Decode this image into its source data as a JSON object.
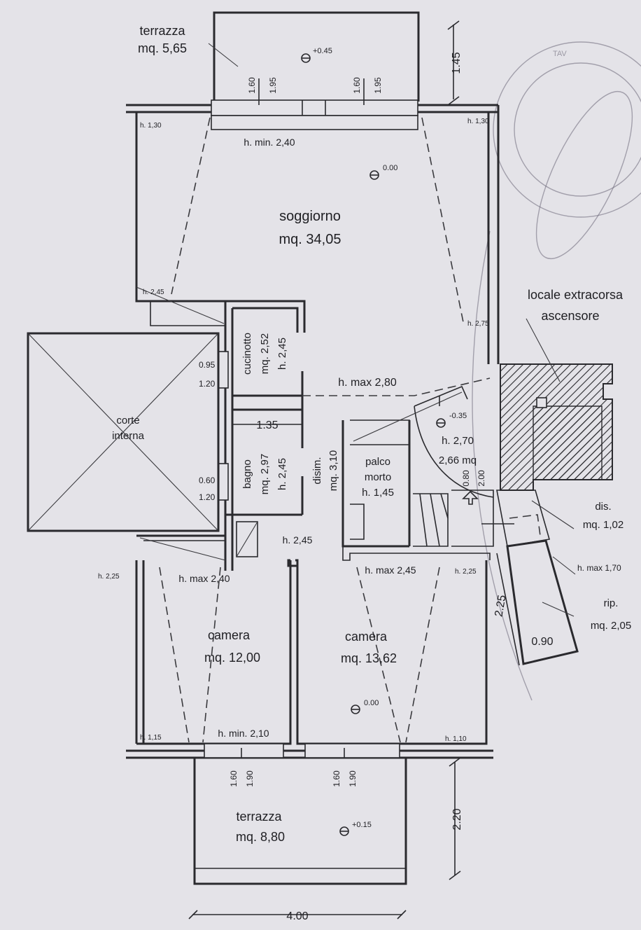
{
  "rooms": {
    "terrazza_top": {
      "name": "terrazza",
      "area": "mq. 5,65",
      "level": "+0.45"
    },
    "soggiorno": {
      "name": "soggiorno",
      "area": "mq. 34,05",
      "level": "0.00",
      "h_min": "h. min. 2,40",
      "h_tl": "h. 1,30",
      "h_tr": "h. 1,30",
      "h_bl": "h. 2,45",
      "h_br": "h. 2,75"
    },
    "cucinotto": {
      "name": "cucinotto",
      "area": "mq. 2,52",
      "height": "h. 2,45"
    },
    "bagno": {
      "name": "bagno",
      "area": "mq. 2,97",
      "height": "h. 2,45"
    },
    "corte": {
      "line1": "corte",
      "line2": "interna"
    },
    "disimpegno": {
      "name": "disim.",
      "area": "mq. 3,10",
      "height": "h. 2,45"
    },
    "palco": {
      "line1": "palco",
      "line2": "morto",
      "height": "h. 1,45"
    },
    "vano": {
      "level": "-0.35",
      "height": "h. 2,70",
      "area": "2,66 mq"
    },
    "locale": {
      "line1": "locale extracorsa",
      "line2": "ascensore"
    },
    "dis_small": {
      "name": "dis.",
      "area": "mq. 1,02"
    },
    "rip": {
      "name": "rip.",
      "area": "mq. 2,05",
      "h_max": "h. max 1,70"
    },
    "camera_left": {
      "name": "camera",
      "area": "mq. 12,00",
      "h_max": "h. max 2,40",
      "h_tl": "h. 2,25",
      "h_bl": "h. 1,15",
      "h_min": "h. min. 2,10"
    },
    "camera_right": {
      "name": "camera",
      "area": "mq. 13,62",
      "level": "0.00",
      "h_max": "h. max 2,45",
      "h_tr": "h. 2,25",
      "h_br": "h. 1,10"
    },
    "terrazza_bottom": {
      "name": "terrazza",
      "area": "mq. 8,80",
      "level": "+0.15"
    }
  },
  "labels": {
    "h_max_280": "h. max 2,80"
  },
  "dimensions": {
    "top_terrace_depth": "1.45",
    "bottom_terrace_depth": "2.20",
    "bottom_width": "4.00",
    "bathroom_width": "1.35",
    "rip_length": "2.25",
    "rip_width": "0.90",
    "win_top_a1": "1.60",
    "win_top_a2": "1.95",
    "win_top_b1": "1.60",
    "win_top_b2": "1.95",
    "win_bot_a1": "1.60",
    "win_bot_a2": "1.90",
    "win_bot_b1": "1.60",
    "win_bot_b2": "1.90",
    "kitchen_win1": "0.95",
    "kitchen_win2": "1.20",
    "bath_win1": "0.60",
    "bath_win2": "1.20",
    "hatch1": "0.80",
    "hatch2": "2.00"
  }
}
